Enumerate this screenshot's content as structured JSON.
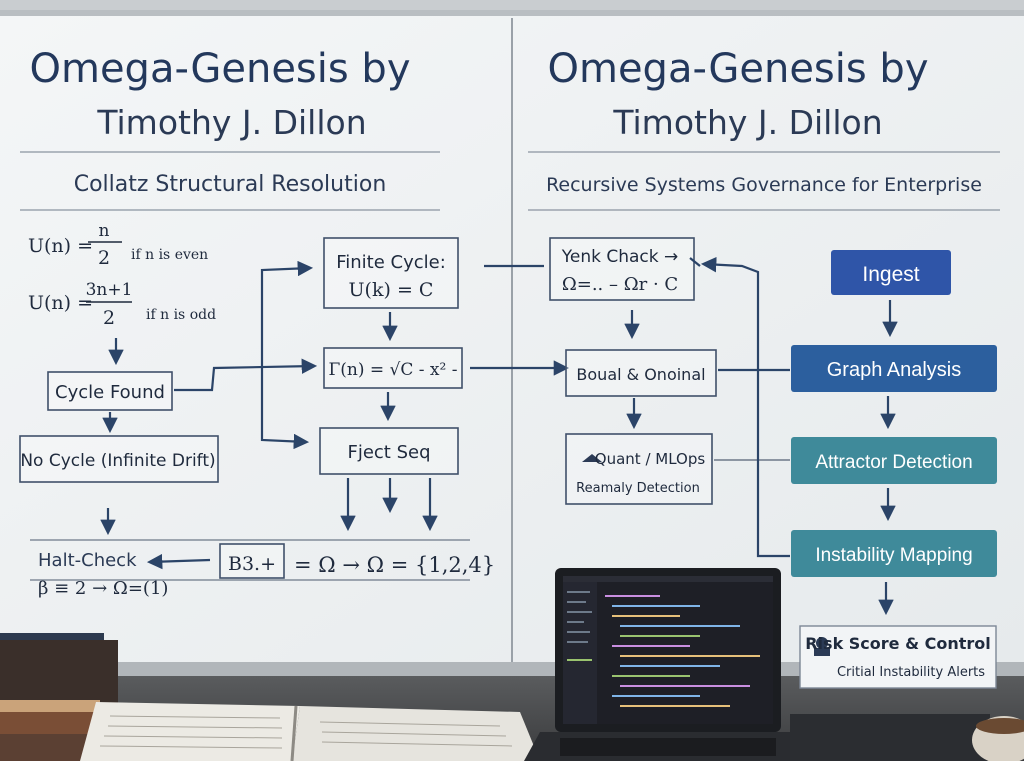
{
  "left_board": {
    "title_line1": "Omega-Genesis by",
    "title_line2": "Timothy J. Dillon",
    "subtitle": "Collatz Structural Resolution",
    "eq1": {
      "lhs": "U(n) =",
      "num": "n",
      "den": "2",
      "cond": "if n is even"
    },
    "eq2": {
      "lhs": "U(n) =",
      "num": "3n+1",
      "den": "2",
      "cond": "if n is odd"
    },
    "cycle_found": "Cycle Found",
    "no_cycle": "No Cycle (Infinite Drift)",
    "finite_cycle_l1": "Finite Cycle:",
    "finite_cycle_l2": "U(k) = C",
    "formula_box": "Γ(n) = √C - x² -",
    "fject": "Fject  Seq",
    "halt_check": "Halt-Check",
    "beta_line": "β ≡ 2 → Ω=(1)",
    "b3": "B3.+",
    "omega_set": "= Ω → Ω = {1,2,4}"
  },
  "right_board": {
    "title_line1": "Omega-Genesis by",
    "title_line2": "Timothy J. Dillon",
    "subtitle": "Recursive Systems Governance for Enterprise",
    "yenk_l1": "Yenk  Chack →",
    "yenk_l2": "Ω=.. – Ωr · C",
    "bound": "Boual & Onoinal",
    "quant_l1": "Quant / MLOps",
    "quant_l2": "Reamaly Detection",
    "flow_steps": [
      {
        "label": "Ingest",
        "color": "#2f55a8"
      },
      {
        "label": "Graph Analysis",
        "color": "#2c5f9e"
      },
      {
        "label": "Attractor Detection",
        "color": "#3f8a9a"
      },
      {
        "label": "Instability Mapping",
        "color": "#3f8a9a"
      }
    ],
    "risk_l1": "Risk Score & Control",
    "risk_l2": "Critial Instability Alerts"
  }
}
